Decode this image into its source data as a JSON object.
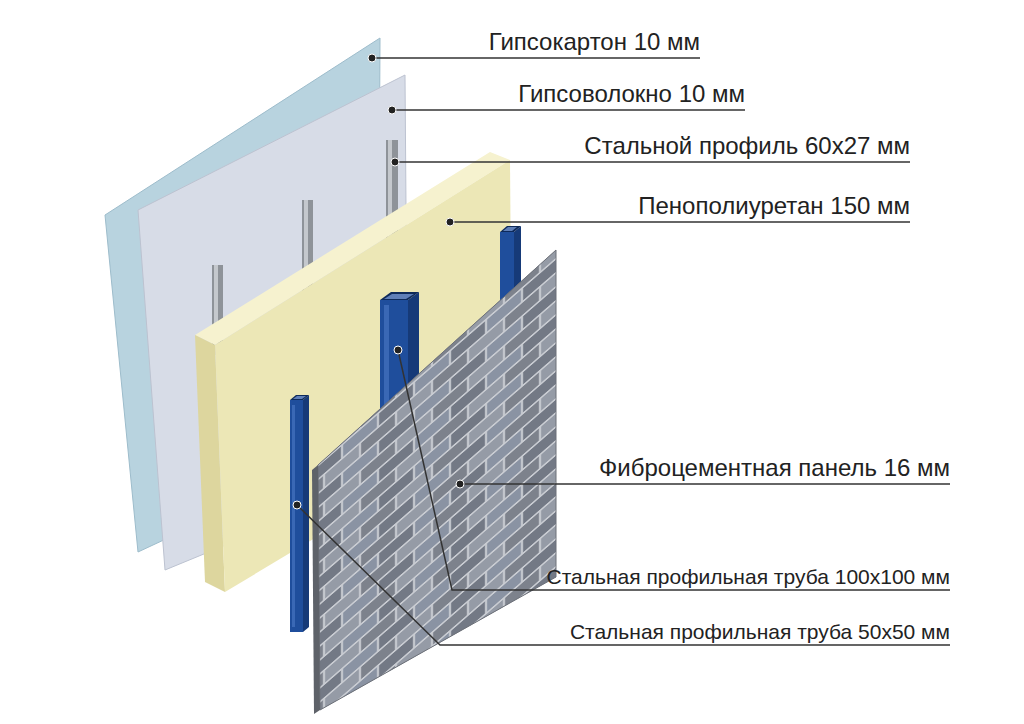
{
  "diagram": {
    "labels": [
      "Гипсокартон 10 мм",
      "Гипсоволокно 10 мм",
      "Стальной профиль 60х27 мм",
      "Пенополиуретан 150 мм",
      "Фиброцементная панель 16 мм",
      "Стальная профильная труба 100х100 мм",
      "Стальная профильная труба 50х50 мм"
    ]
  }
}
